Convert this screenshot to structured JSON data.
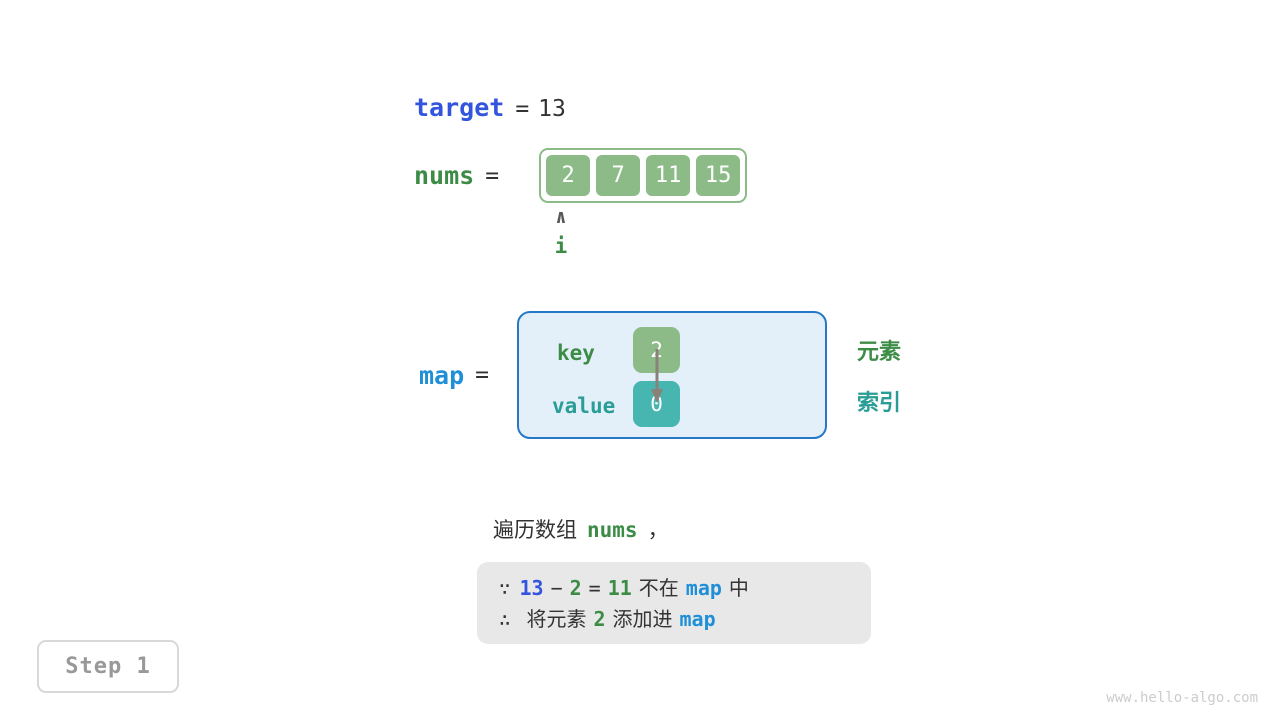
{
  "target": {
    "name": "target",
    "equals": "=",
    "value": "13"
  },
  "nums": {
    "name": "nums",
    "equals": "=",
    "cells": [
      "2",
      "7",
      "11",
      "15"
    ]
  },
  "pointer": {
    "caret": "∧",
    "label": "i"
  },
  "map": {
    "name": "map",
    "equals": "=",
    "key_label": "key",
    "value_label": "value",
    "key_cell": "2",
    "value_cell": "0",
    "side_element_label": "元素",
    "side_index_label": "索引"
  },
  "narration": {
    "prefix": "遍历数组",
    "keyword": "nums",
    "suffix": "，"
  },
  "explanation": {
    "line1": {
      "symbol": "∵",
      "a": "13",
      "minus": "−",
      "b": "2",
      "eq": "=",
      "result": "11",
      "text_not_in": "不在",
      "map_name": "map",
      "text_in": "中"
    },
    "line2": {
      "symbol": "∴",
      "text_add": "将元素",
      "element": "2",
      "text_into": "添加进",
      "map_name": "map"
    }
  },
  "step": {
    "label": "Step 1"
  },
  "watermark": {
    "text": "www.hello-algo.com"
  },
  "colors": {
    "green_fill": "#8cbb88",
    "teal_fill": "#47b5b0",
    "map_box_fill": "#e3f0f9",
    "map_box_border": "#2878c8",
    "target_blue": "#3355dd",
    "map_blue": "#1f8fd8",
    "nums_green": "#3d8c46",
    "explain_bg": "#e8e8e8"
  }
}
